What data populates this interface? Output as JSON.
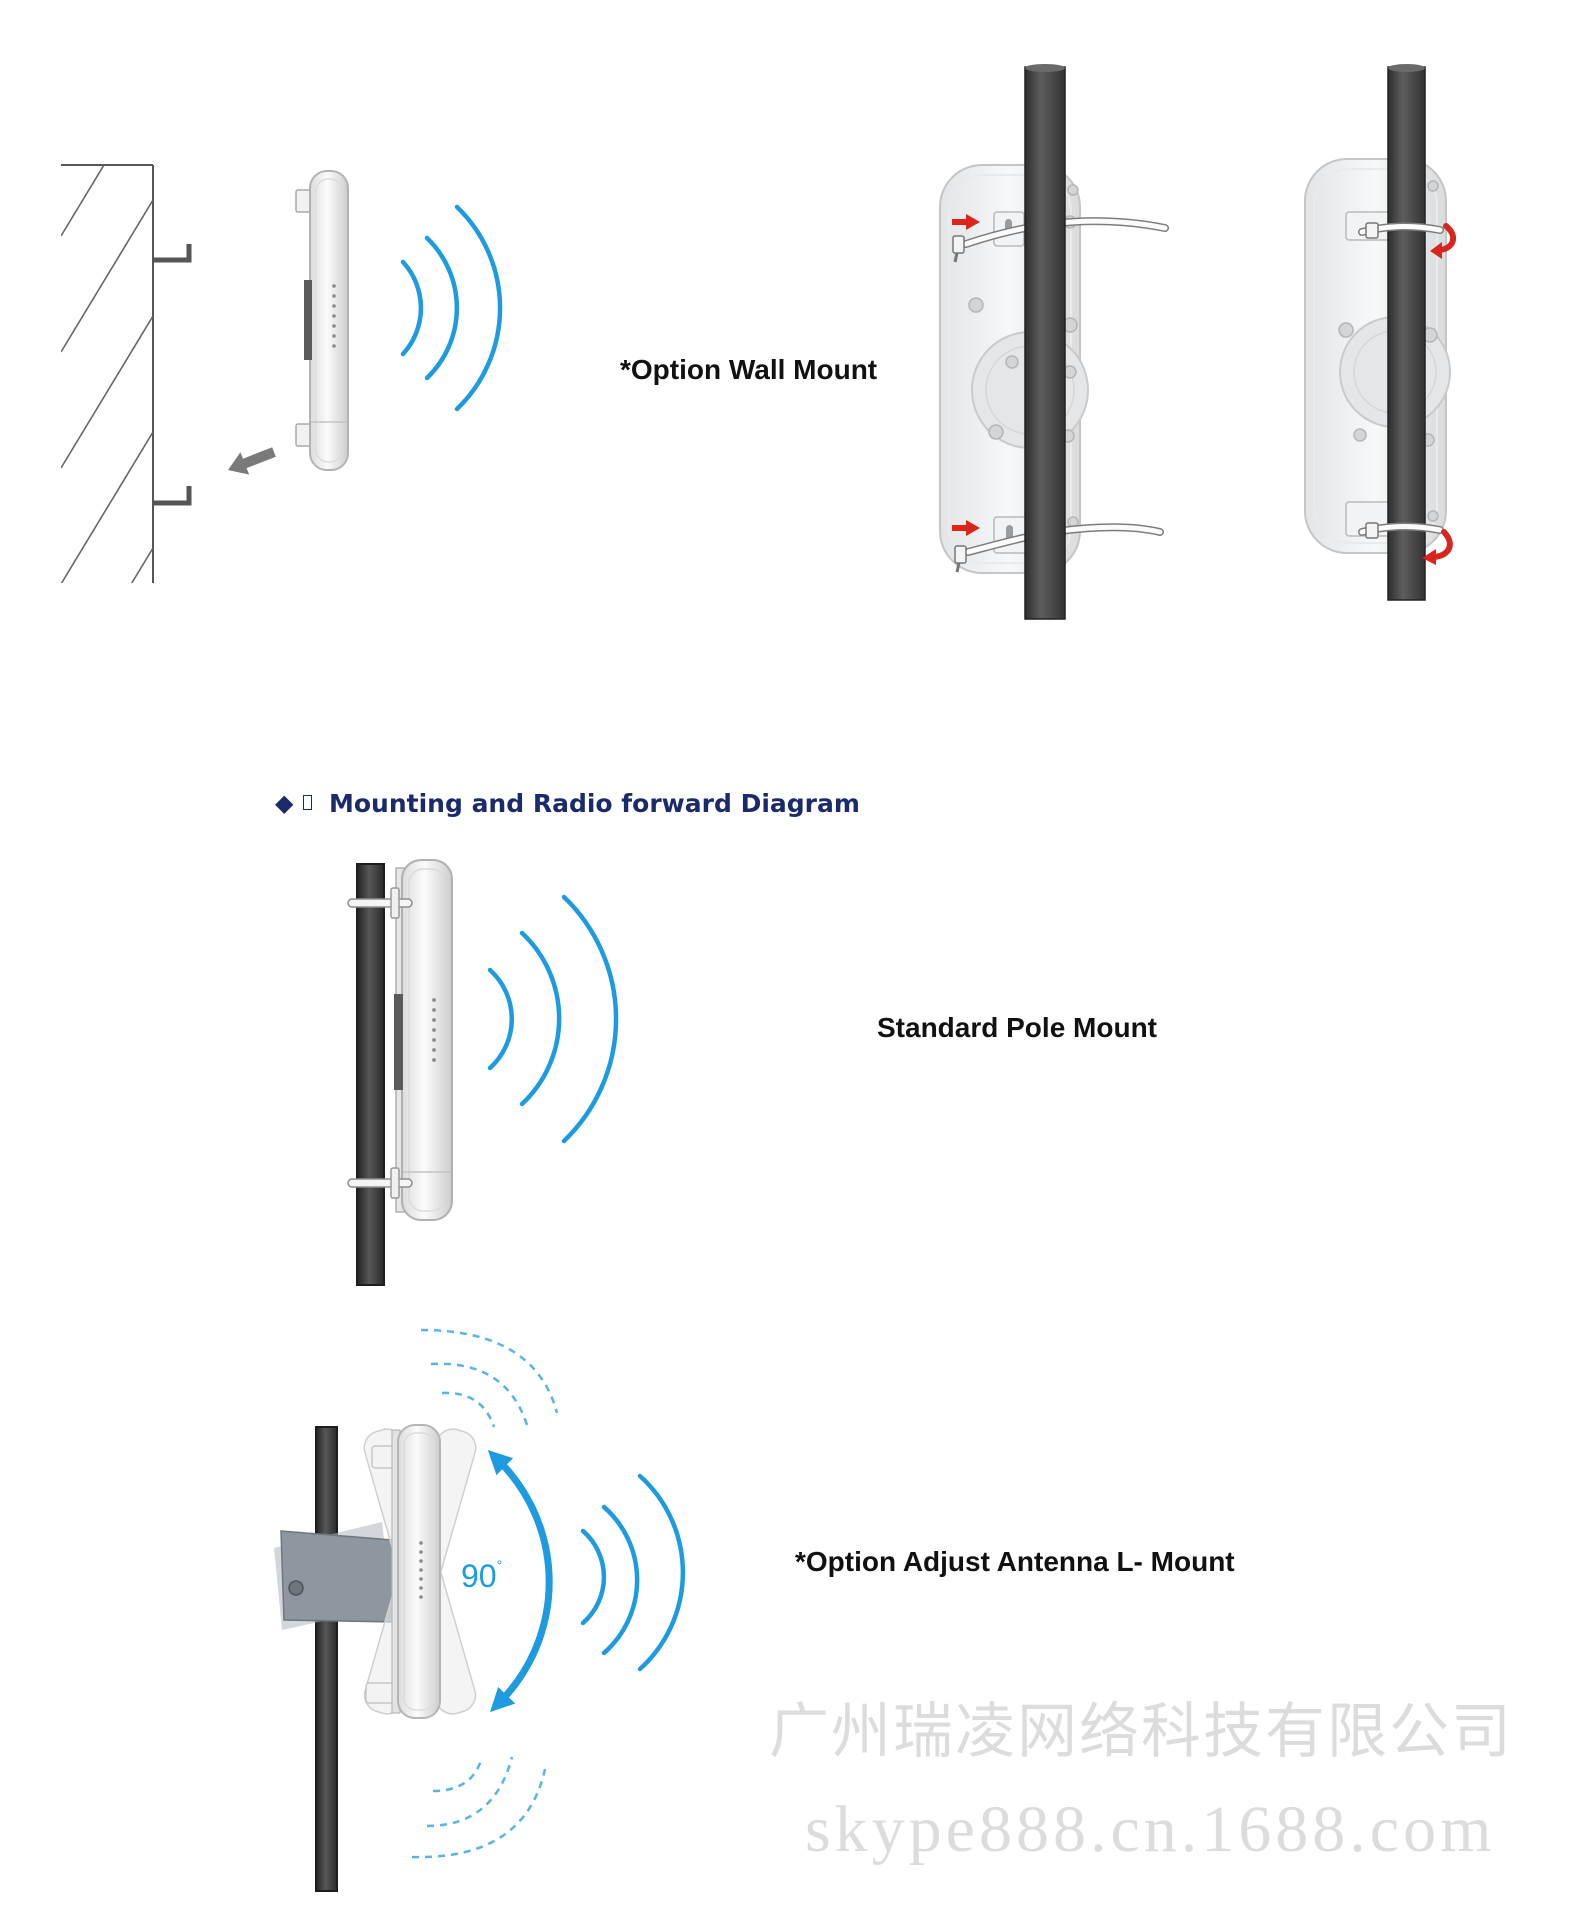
{
  "wall_mount": {
    "label": "*Option Wall Mount"
  },
  "section": {
    "bullet": "◆",
    "title": "Mounting and Radio forward Diagram"
  },
  "pole_mount": {
    "label": "Standard Pole Mount"
  },
  "l_mount": {
    "label": "*Option Adjust Antenna L- Mount",
    "angle_value": "90",
    "angle_unit": "°"
  },
  "watermark": {
    "company": "广州瑞凌网络科技有限公司",
    "url": "skype888.cn.1688.com"
  },
  "colors": {
    "wave_blue": "#1e9be0",
    "title_navy": "#1b2a6b",
    "arrow_red": "#d9261c",
    "watermark_gray": "#dcdcdc"
  }
}
